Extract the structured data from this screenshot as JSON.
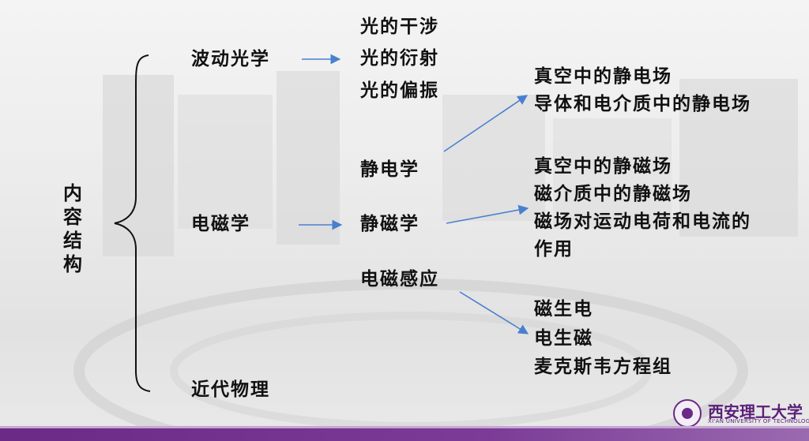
{
  "colors": {
    "arrow": "#4a7fd0",
    "footer": "#6a2a86"
  },
  "root": {
    "chars": [
      "内",
      "容",
      "结",
      "构"
    ]
  },
  "branches": {
    "optics": "波动光学",
    "em": "电磁学",
    "modern": "近代物理"
  },
  "optics_topics": [
    "光的干涉",
    "光的衍射",
    "光的偏振"
  ],
  "em_topics": {
    "electrostatics": "静电学",
    "magnetostatics": "静磁学",
    "induction": "电磁感应"
  },
  "electrostatics_details": [
    "真空中的静电场",
    "导体和电介质中的静电场"
  ],
  "magnetostatics_details": [
    "真空中的静磁场",
    "磁介质中的静磁场",
    "磁场对运动电荷和电流的",
    "作用"
  ],
  "induction_details": [
    "磁生电",
    "电生磁",
    "麦克斯韦方程组"
  ],
  "logo": {
    "name_cn": "西安理工大学",
    "name_en": "XI'AN UNIVERSITY OF TECHNOLOGY"
  }
}
